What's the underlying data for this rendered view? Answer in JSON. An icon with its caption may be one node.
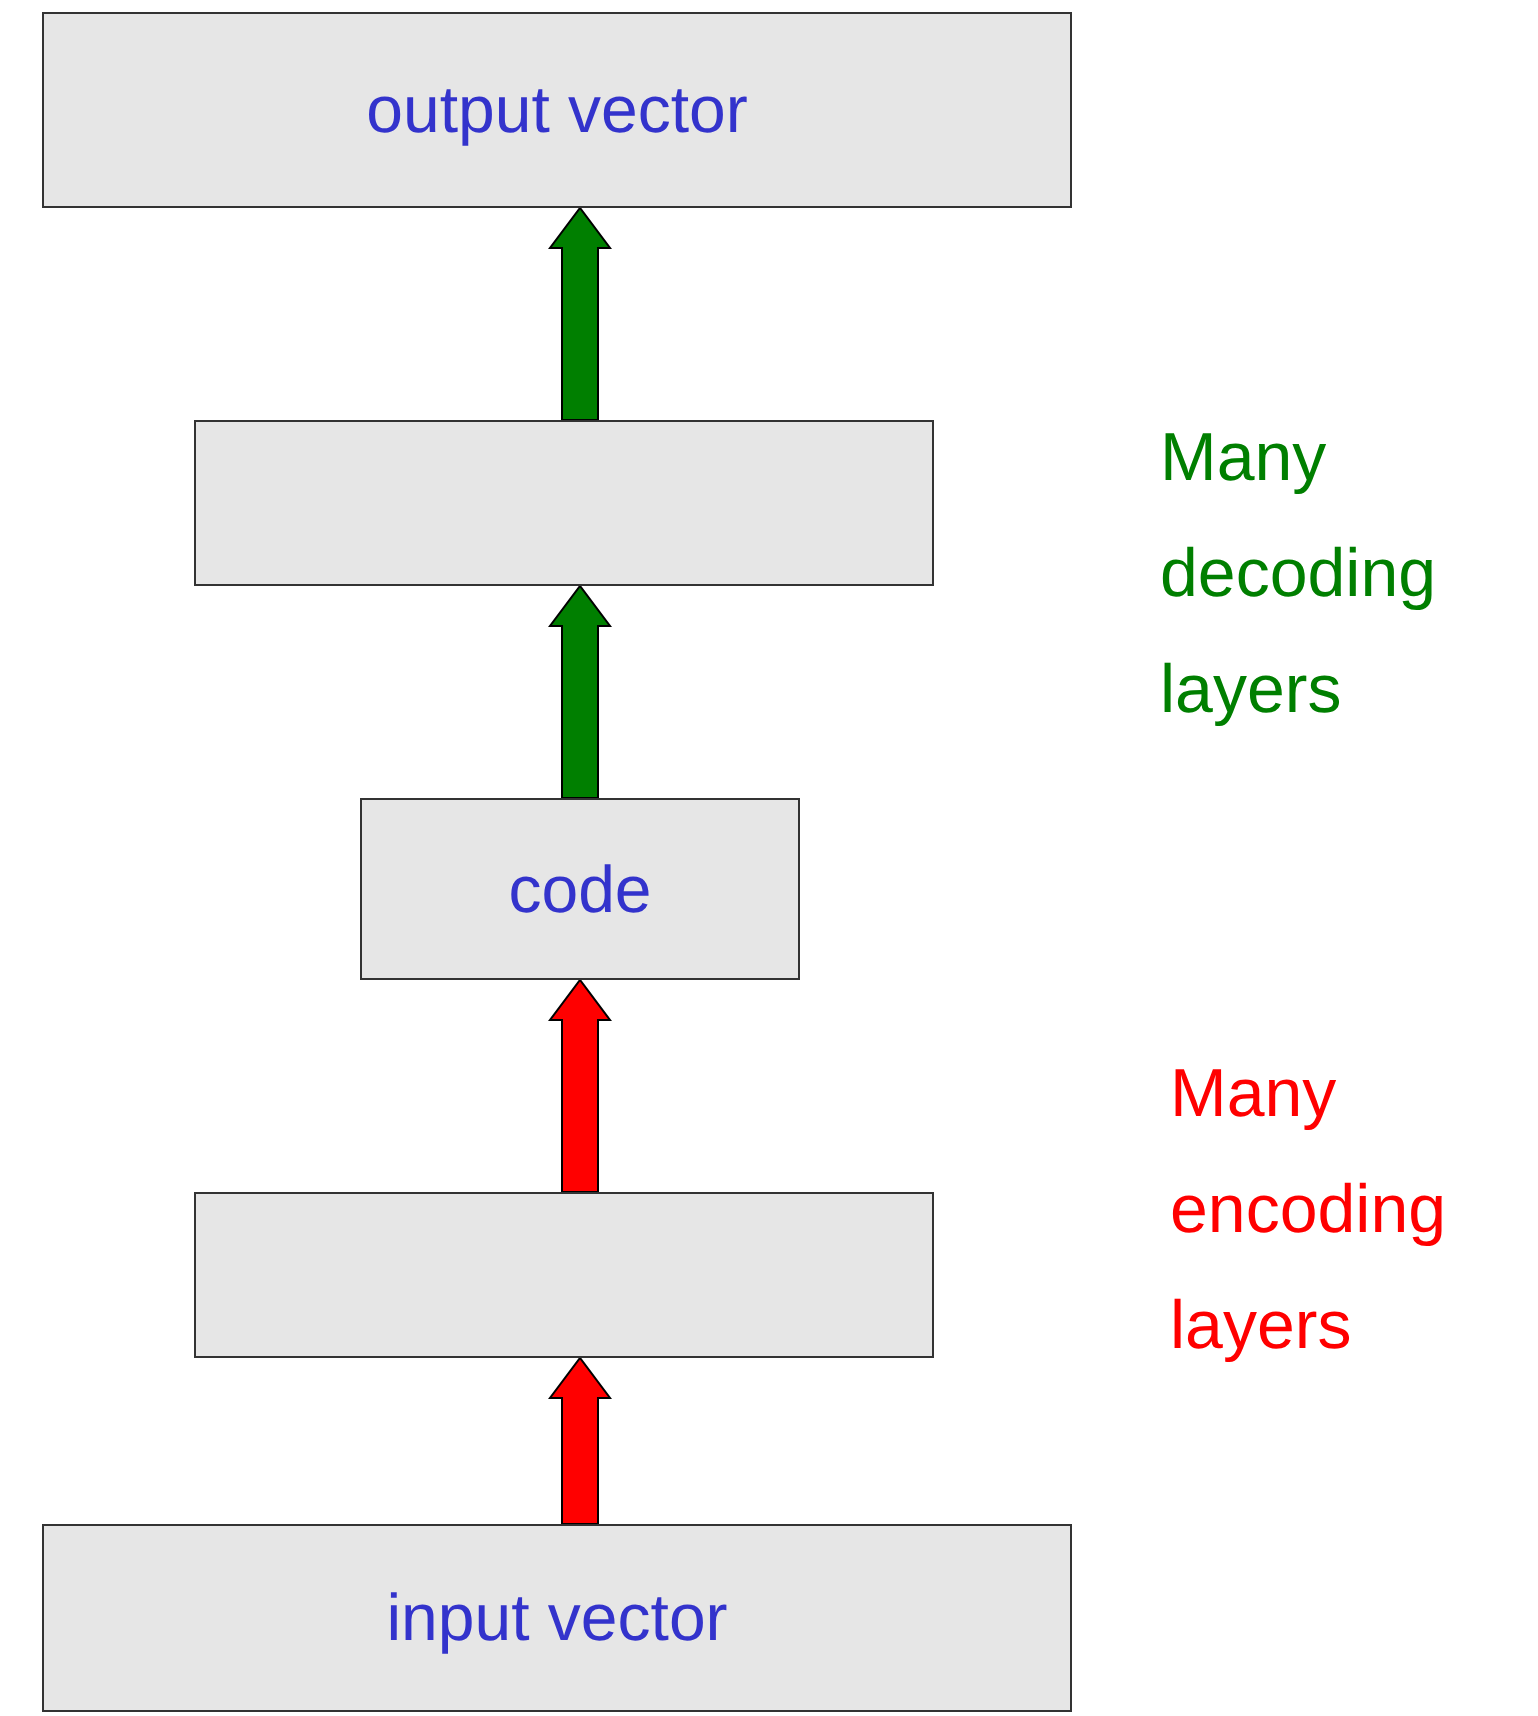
{
  "diagram": {
    "nodes": [
      {
        "text": [
          "output vector"
        ]
      },
      {
        "text": [],
        "shape": "box",
        "beside": [
          "Many decoding layers"
        ]
      },
      {
        "text": [
          "code"
        ]
      },
      {
        "text": [],
        "shape": "box",
        "beside": [
          "Many encoding layers"
        ]
      },
      {
        "text": [
          "input vector"
        ]
      }
    ],
    "edges": [
      {
        "from": 1,
        "to": 0,
        "arrow": "to",
        "style": "thick",
        "color": "#007f00"
      },
      {
        "from": 2,
        "to": 1,
        "arrow": "to",
        "style": "thick",
        "color": "#007f00"
      },
      {
        "from": 3,
        "to": 2,
        "arrow": "to",
        "style": "thick",
        "color": "#ff0000"
      },
      {
        "from": 4,
        "to": 3,
        "arrow": "to",
        "style": "thick",
        "color": "#ff0000"
      }
    ]
  }
}
